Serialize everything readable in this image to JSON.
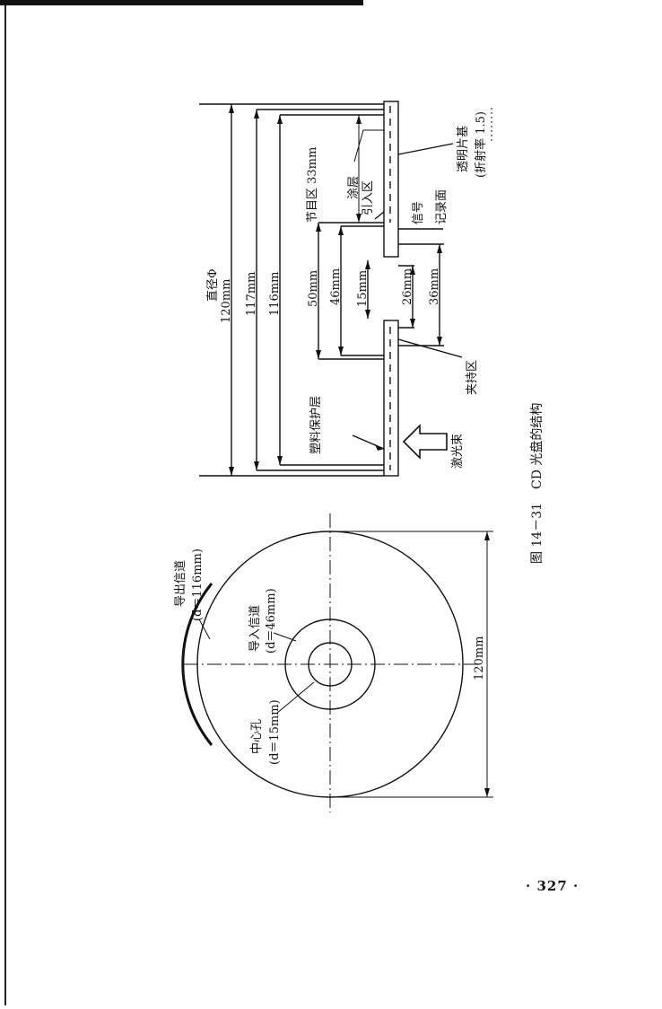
{
  "figure": {
    "caption": {
      "number": "图 14－31",
      "title": "CD 光盘的结构"
    },
    "cross_section": {
      "diameter_label": "直径Φ",
      "dimensions": [
        "120mm",
        "117mm",
        "116mm",
        "50mm",
        "46mm",
        "15mm",
        "26mm",
        "36mm"
      ],
      "program_area": "节目区 33mm",
      "coating": "涂层",
      "lead_in_area": "引入区",
      "signal": "信号",
      "recording_surface": "记录面",
      "substrate": "透明片基",
      "refractive_index": "(折射率 1.5)",
      "clamping_area": "夹持区",
      "protective_layer": "塑料保护层",
      "laser_beam": "激光束"
    },
    "disc_view": {
      "lead_out_track": "导出信道",
      "lead_out_diameter": "(d＝116mm)",
      "lead_in_track": "导入信道",
      "lead_in_diameter": "(d＝46mm)",
      "center_hole": "中心孔",
      "center_hole_diameter": "(d＝15mm)",
      "diameter": "120mm"
    }
  },
  "page_number": "· 327 ·"
}
